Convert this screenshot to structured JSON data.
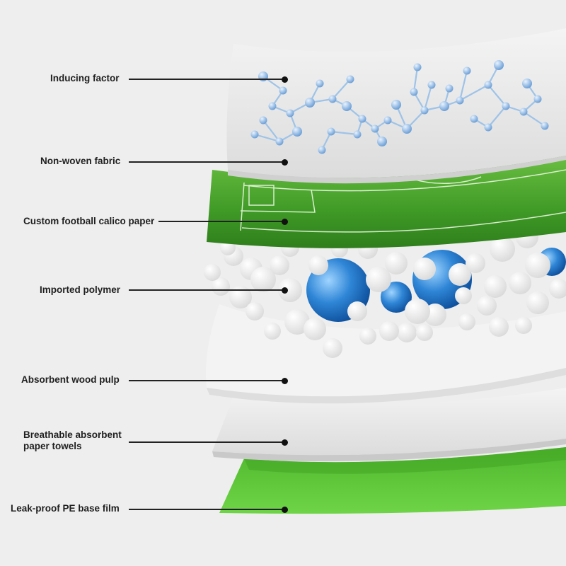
{
  "diagram": {
    "layers": [
      {
        "id": "inducing",
        "label": "Inducing factor"
      },
      {
        "id": "nonwoven",
        "label": "Non-woven fabric"
      },
      {
        "id": "calico",
        "label": "Custom football calico paper"
      },
      {
        "id": "polymer",
        "label": "Imported polymer"
      },
      {
        "id": "pulp",
        "label": "Absorbent wood pulp"
      },
      {
        "id": "towels",
        "label": "Breathable absorbent\npaper towels"
      },
      {
        "id": "pefilm",
        "label": "Leak-proof PE base film"
      }
    ],
    "colors": {
      "background": "#eeeeee",
      "sheet": "#e4e4e4",
      "turf": "#4a9e2a",
      "molecule": "#8fb8e0",
      "bead_white": "#ffffff",
      "bead_blue": "#2a78c8",
      "pulp": "#f2f2f2",
      "pe_film": "#5ec83a",
      "leader": "#222222"
    }
  }
}
